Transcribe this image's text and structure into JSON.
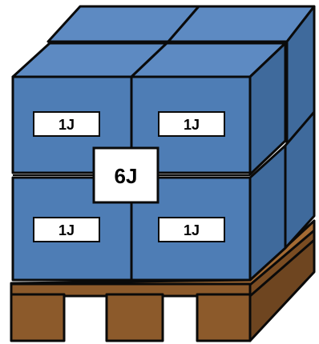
{
  "colors": {
    "box_front": "#4e7db5",
    "box_top": "#5d8ac2",
    "box_side": "#3f6a9c",
    "outline": "#0a0a0a",
    "pallet_wood": "#8c5a2b",
    "pallet_top": "#a36a33",
    "label_bg": "#ffffff",
    "background": "#ffffff"
  },
  "labels": {
    "unit_label": "1J",
    "pallet_label": "6J"
  },
  "packages": [
    {
      "layer": "top",
      "row": "front",
      "col": "left",
      "label_visible": true
    },
    {
      "layer": "top",
      "row": "front",
      "col": "right",
      "label_visible": true
    },
    {
      "layer": "bottom",
      "row": "front",
      "col": "left",
      "label_visible": true
    },
    {
      "layer": "bottom",
      "row": "front",
      "col": "right",
      "label_visible": true
    },
    {
      "layer": "top",
      "row": "back",
      "col": "left",
      "label_visible": false
    },
    {
      "layer": "top",
      "row": "back",
      "col": "right",
      "label_visible": false
    }
  ]
}
